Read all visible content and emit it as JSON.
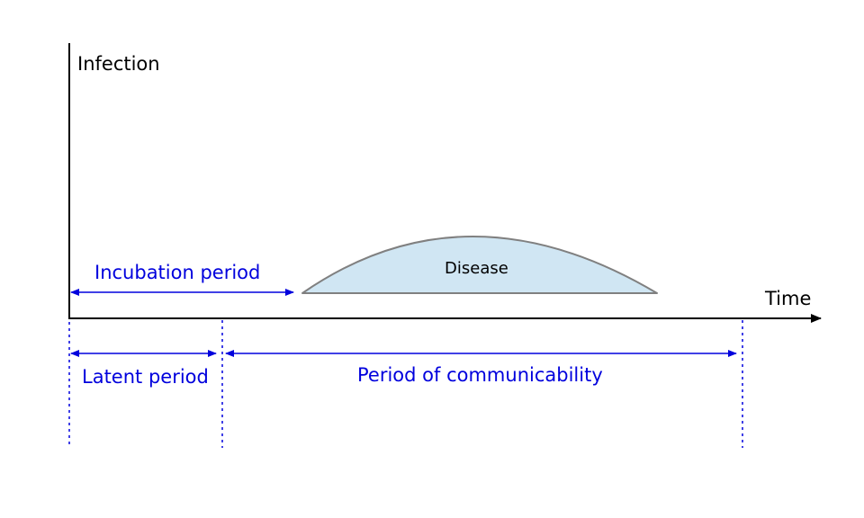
{
  "axes": {
    "y_label": "Infection",
    "x_label": "Time"
  },
  "disease": {
    "label": "Disease"
  },
  "periods": {
    "incubation": "Incubation period",
    "latent": "Latent period",
    "communicability": "Period of communicability"
  },
  "colors": {
    "axis": "#000000",
    "period": "#0000dd",
    "disease_fill": "#d0e6f3",
    "disease_stroke": "#808080"
  }
}
